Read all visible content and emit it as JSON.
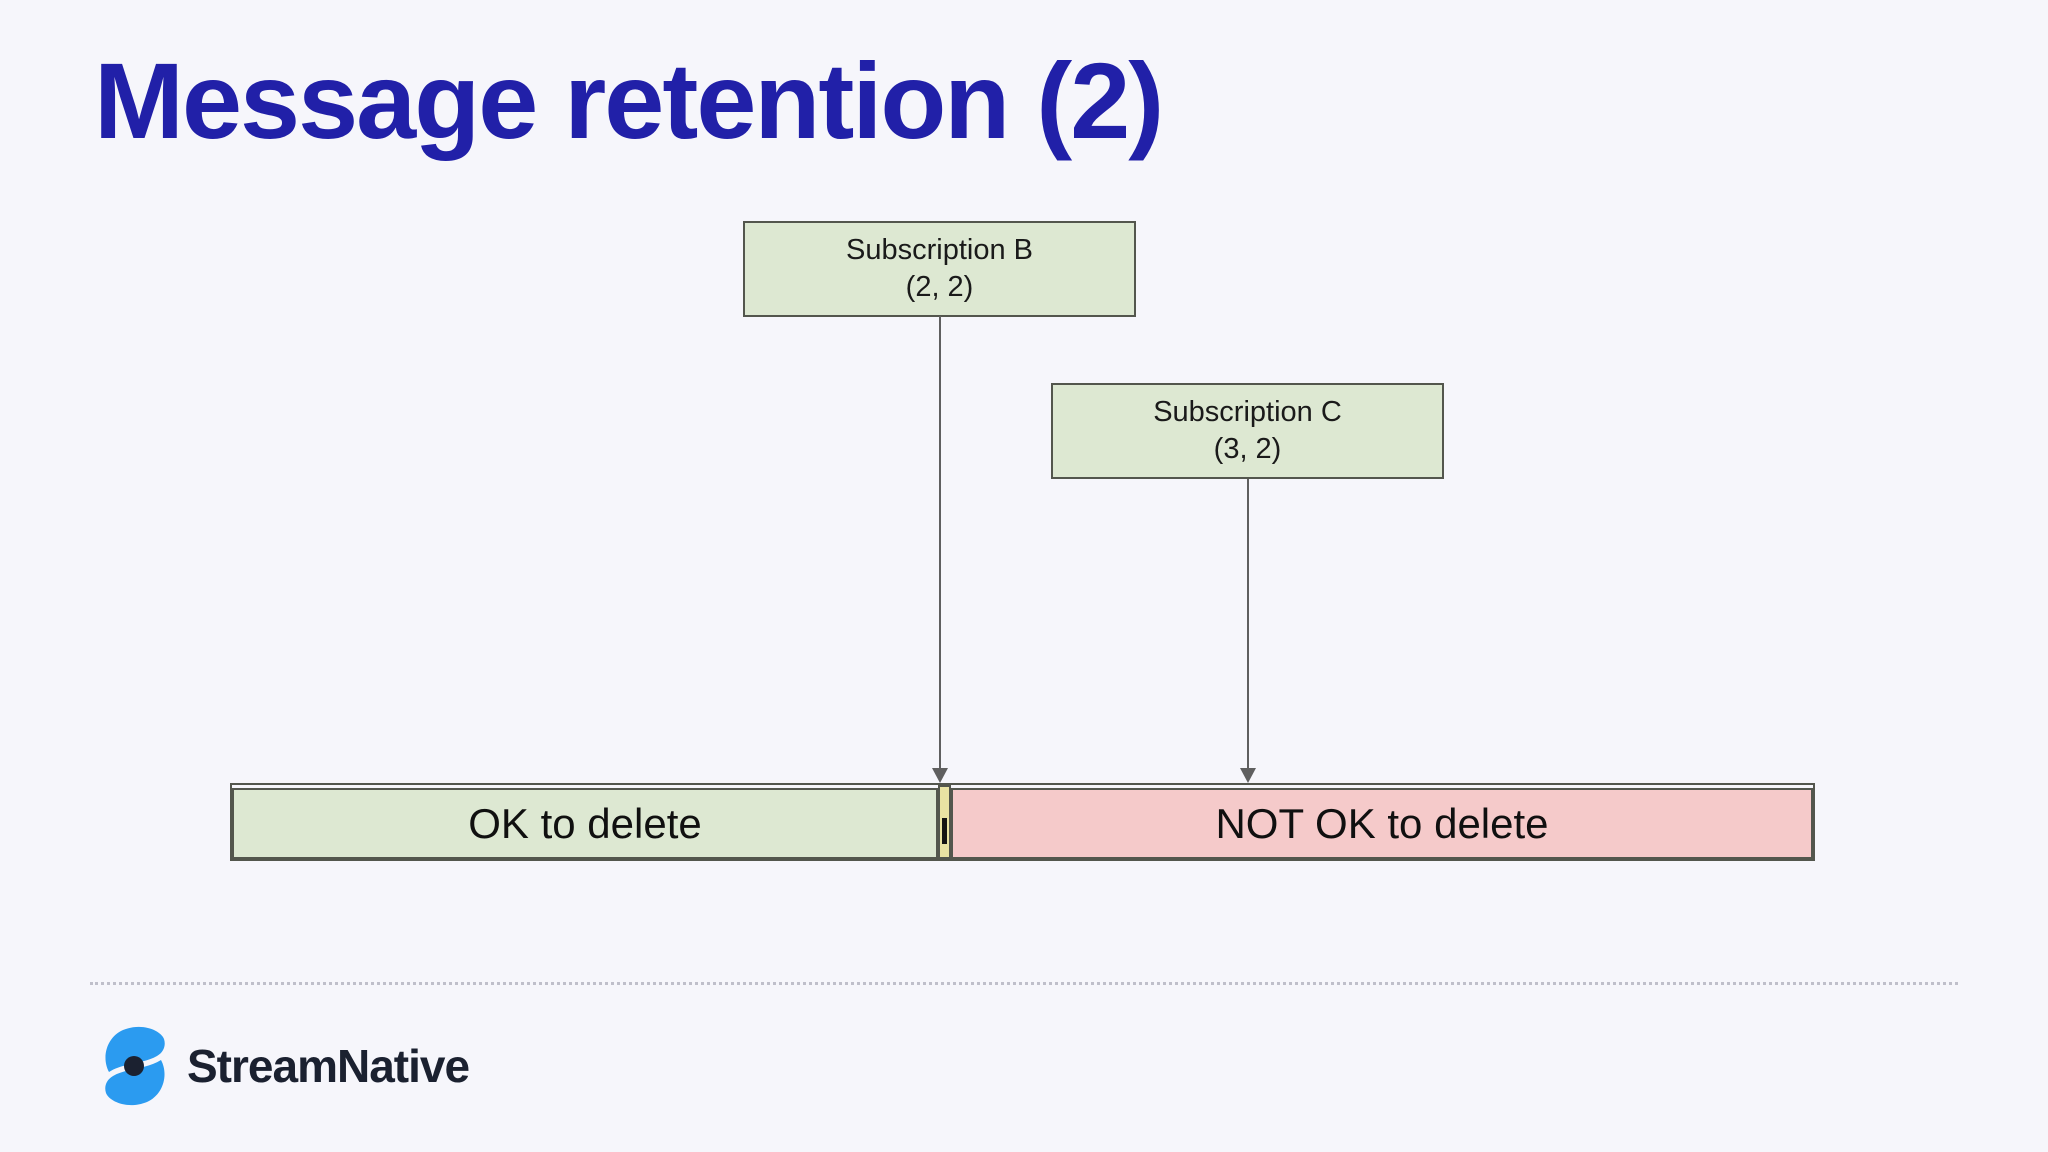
{
  "slide": {
    "title": "Message retention (2)"
  },
  "diagram": {
    "subscription_b": {
      "label": "Subscription B",
      "position": "(2, 2)"
    },
    "subscription_c": {
      "label": "Subscription C",
      "position": "(3, 2)"
    },
    "retention_bar": {
      "ok_segment": "OK to delete",
      "not_ok_segment": "NOT OK to delete"
    },
    "colors": {
      "title": "#2120a8",
      "box_fill": "#dde8d2",
      "ok_fill": "#dde8d2",
      "not_ok_fill": "#f5caca",
      "marker_fill": "#e9e3a3",
      "border": "#53564d",
      "arrow": "#5f5f5f",
      "background": "#f6f6fb"
    }
  },
  "footer": {
    "brand": "StreamNative",
    "logo_blue": "#2b9bf0",
    "logo_dot": "#1b2130"
  }
}
